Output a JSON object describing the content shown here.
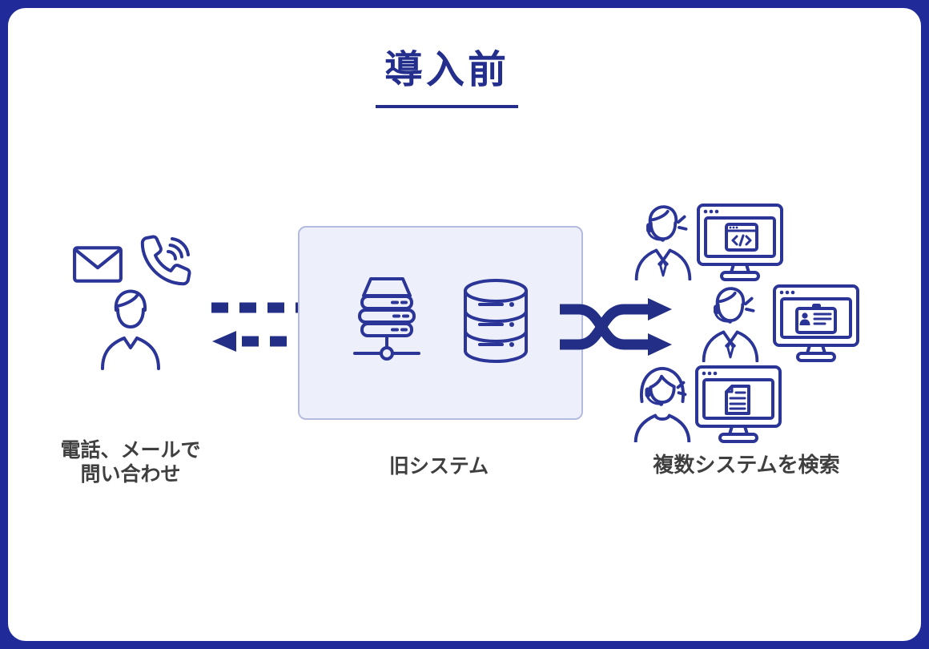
{
  "title": {
    "text": "導入前"
  },
  "colors": {
    "frame_blue": "#202b99",
    "title_navy": "#242e8d",
    "icon_navy": "#2b3597",
    "arrow_navy": "#232e86",
    "system_box_bg": "#edf0fa",
    "system_box_border": "#b4bbdf",
    "caption_gray": "#3f3f3f"
  },
  "left_group": {
    "icons": [
      "mail-icon",
      "phone-icon",
      "person-icon"
    ],
    "label_line1": "電話、メールで",
    "label_line2": "問い合わせ"
  },
  "arrows": {
    "request": "dashed-arrow-right",
    "response": "dashed-arrow-left",
    "to_operators": "crossing-arrows"
  },
  "system_box": {
    "label": "旧システム",
    "icons": [
      "server-icon",
      "database-icon"
    ]
  },
  "operators_group": {
    "label": "複数システムを検索",
    "rows": [
      {
        "person": "operator-man-headset-icon",
        "screen": "monitor-code-icon"
      },
      {
        "person": "operator-man-headset-icon",
        "screen": "monitor-idcard-icon"
      },
      {
        "person": "operator-woman-headset-icon",
        "screen": "monitor-document-icon"
      }
    ]
  }
}
